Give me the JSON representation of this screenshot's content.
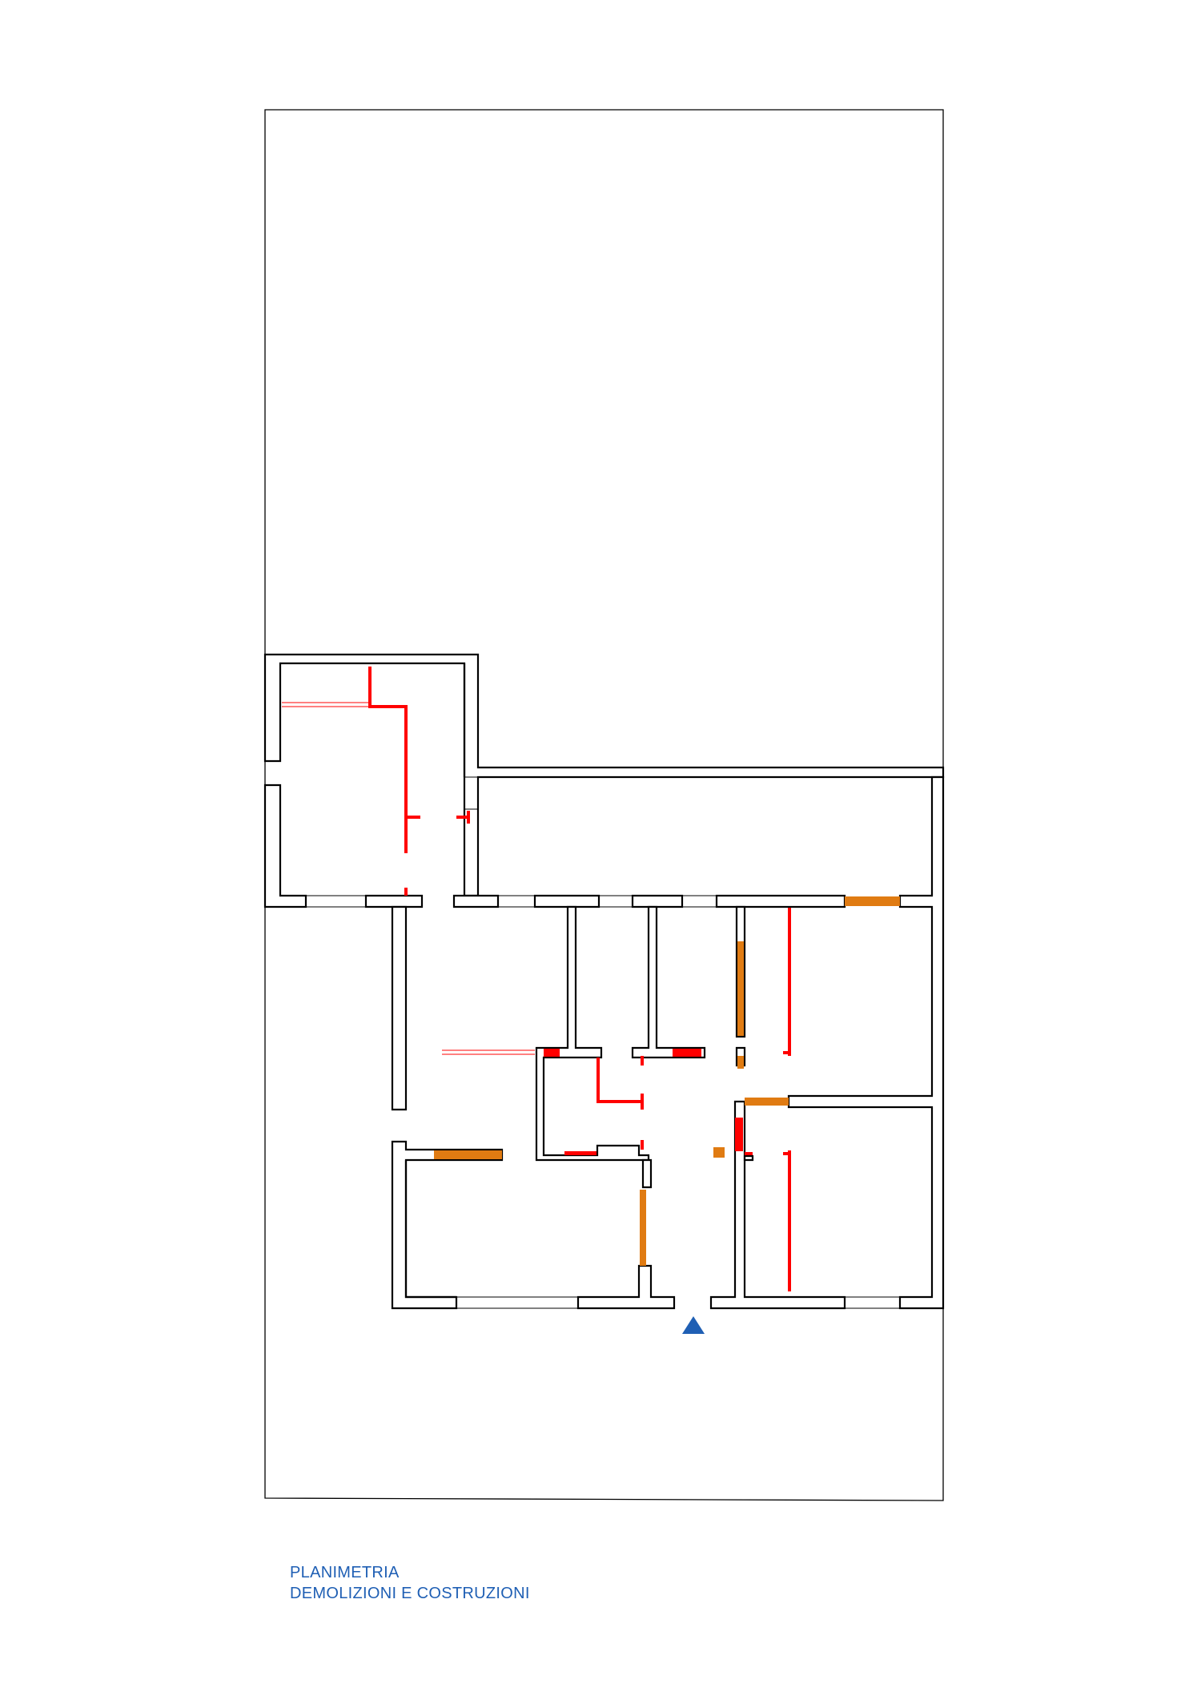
{
  "caption": {
    "line1": "PLANIMETRIA",
    "line2": "DEMOLIZIONI E COSTRUZIONI"
  },
  "legend_colors": {
    "existing_wall": "#000000",
    "demolition": "#ff0000",
    "construction": "#e07b12",
    "entrance_marker": "#1f5fb4"
  },
  "icons": {
    "entrance": "triangle-up"
  }
}
